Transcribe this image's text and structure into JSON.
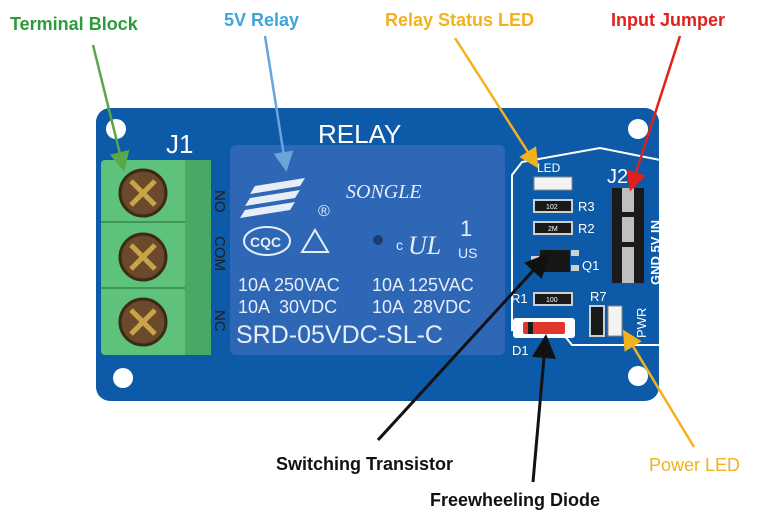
{
  "callouts": {
    "terminal_block": {
      "text": "Terminal Block",
      "color": "#2e9b3a"
    },
    "relay_5v": {
      "text": "5V Relay",
      "color": "#3fa3dd"
    },
    "relay_status_led": {
      "text": "Relay Status LED",
      "color": "#f2b21b"
    },
    "input_jumper": {
      "text": "Input Jumper",
      "color": "#e0201b"
    },
    "switching_transistor": {
      "text": "Switching Transistor",
      "color": "#111111"
    },
    "freewheeling_diode": {
      "text": "Freewheeling Diode",
      "color": "#111111"
    },
    "power_led": {
      "text": "Power LED",
      "color": "#f2b21b"
    }
  },
  "board": {
    "j1": "J1",
    "j2": "J2",
    "relay_heading": "RELAY",
    "brand": "SONGLE",
    "cqc": "CQC",
    "ul_c": "c",
    "ul_mark": "UL",
    "ul_us": "US",
    "ul_num": "1",
    "reg_mark": "®",
    "rating_row1_left": "10A 250VAC",
    "rating_row1_right": "10A 125VAC",
    "rating_row2_left": "10A  30VDC",
    "rating_row2_right": "10A  28VDC",
    "model": "SRD-05VDC-SL-C",
    "term_no": "NO",
    "term_com": "COM",
    "term_nc": "NC",
    "led": "LED",
    "r3": "R3",
    "r2": "R2",
    "q1": "Q1",
    "r1": "R1",
    "r7": "R7",
    "d1": "D1",
    "pwr": "PWR",
    "pins": "GND 5V IN",
    "smd_r3": "102",
    "smd_r2": "2M",
    "smd_r1": "100"
  },
  "colors": {
    "pcb": "#0d5aa8",
    "relay": "#2f67b7",
    "terminal": "#5ec27a"
  }
}
